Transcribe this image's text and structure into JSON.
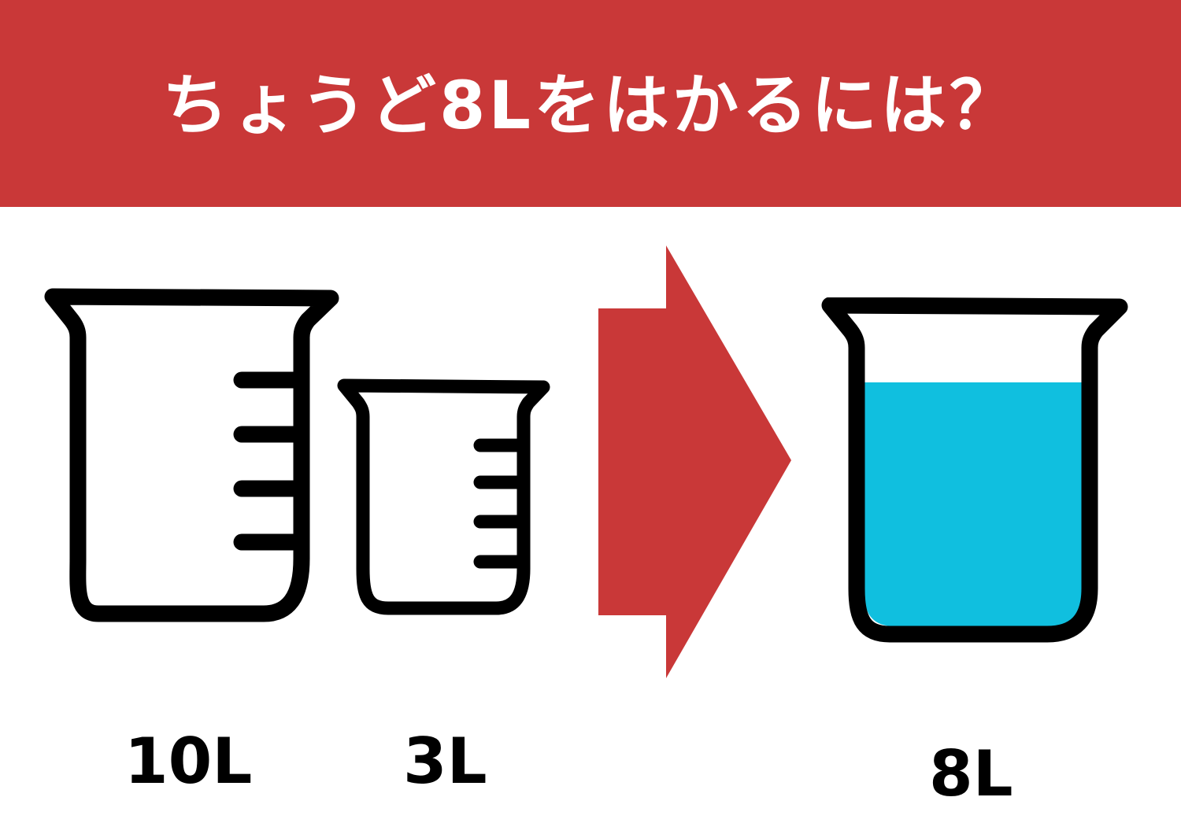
{
  "banner": {
    "title": "ちょうど8Lをはかるには？",
    "background": "#c93838",
    "text_color": "#ffffff"
  },
  "beakers": [
    {
      "label": "10L",
      "capacity_l": 10,
      "graduation_marks": 4,
      "filled": false
    },
    {
      "label": "3L",
      "capacity_l": 3,
      "graduation_marks": 4,
      "filled": false
    },
    {
      "label": "8L",
      "capacity_l": 8,
      "graduation_marks": 0,
      "filled": true,
      "liquid_color": "#10bfdf"
    }
  ],
  "arrow": {
    "icon": "arrow-right-icon",
    "color": "#c93838"
  }
}
